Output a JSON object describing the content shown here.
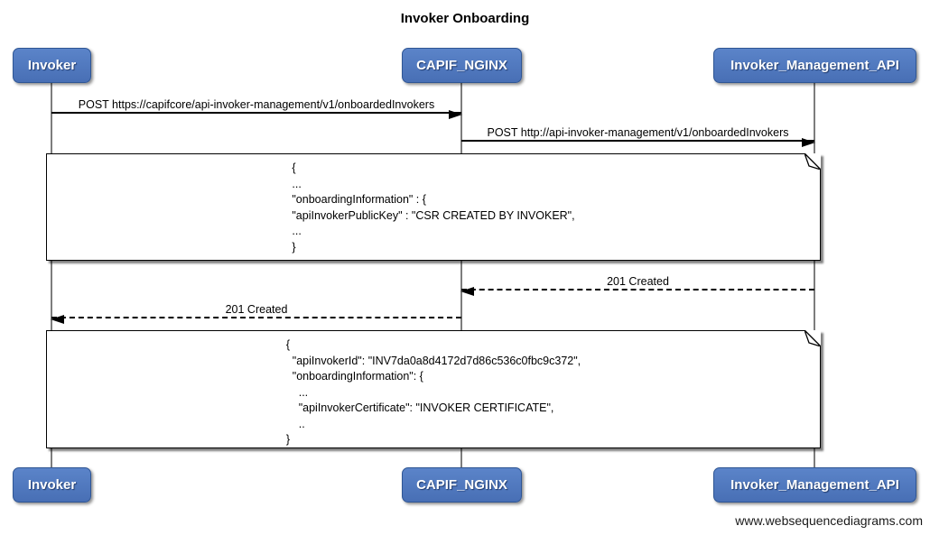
{
  "title": "Invoker Onboarding",
  "footer": "www.websequencediagrams.com",
  "actors": [
    {
      "label": "Invoker"
    },
    {
      "label": "CAPIF_NGINX"
    },
    {
      "label": "Invoker_Management_API"
    }
  ],
  "messages": [
    {
      "label": "POST https://capifcore/api-invoker-management/v1/onboardedInvokers",
      "from": "Invoker",
      "to": "CAPIF_NGINX",
      "line": "solid"
    },
    {
      "label": "POST http://api-invoker-management/v1/onboardedInvokers",
      "from": "CAPIF_NGINX",
      "to": "Invoker_Management_API",
      "line": "solid"
    },
    {
      "label": "201 Created",
      "from": "Invoker_Management_API",
      "to": "CAPIF_NGINX",
      "line": "dashed"
    },
    {
      "label": "201 Created",
      "from": "CAPIF_NGINX",
      "to": "Invoker",
      "line": "dashed"
    }
  ],
  "notes": [
    {
      "lines": [
        "{",
        "...",
        "\"onboardingInformation\" : {",
        "\"apiInvokerPublicKey\" : \"CSR CREATED BY INVOKER\",",
        "...",
        "}"
      ]
    },
    {
      "lines": [
        "{",
        "  \"apiInvokerId\": \"INV7da0a8d4172d7d86c536c0fbc9c372\",",
        "  \"onboardingInformation\": {",
        "    ...",
        "    \"apiInvokerCertificate\": \"INVOKER CERTIFICATE\",",
        "    ..",
        "}"
      ]
    }
  ],
  "colors": {
    "actor_fill": "#4d78bd",
    "actor_border": "#2f5694",
    "actor_text": "#ffffff",
    "lifeline": "#7d7d7d",
    "arrow": "#000000",
    "note_bg": "#ffffff",
    "note_border": "#000000",
    "background": "#ffffff"
  }
}
